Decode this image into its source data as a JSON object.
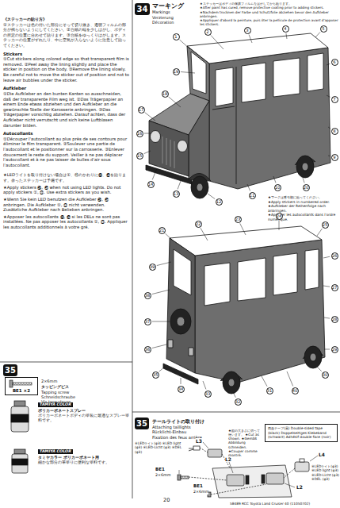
{
  "diagram": {
    "nodes": [
      {
        "text": [
          "34"
        ]
      },
      {
        "text": [
          "35"
        ]
      },
      {
        "text": [
          "BE1 ×2"
        ]
      },
      {
        "text": [
          "35"
        ]
      },
      {
        "text": [
          "両面テープ(黒) Double-sided tape (black) Doppelseitiges Klebeband (schwarz) Adhésif double face (noir)"
        ]
      }
    ],
    "labels": [
      "《ステッカーの貼り方》",
      "①ステッカーは色の付いた部分にそって切り抜き、透明フィルムの部分が残らないようにしてください。②台紙の端を少しはがし、ボディの所定の位置に合わせて貼ります。③台紙をゆっくりはがします。ステッカーの位置がずれたり、中に空気が入らないように注意して貼ってください。",
      "Stickers",
      "①Cut stickers along colored edge so that transparent film is removed. ②Peel away the lining slightly and place the sticker in position on the body. ③Remove the lining slowly. Be careful not to move the sticker out of position and not to leave air bubbles under the sticker.",
      "Aufkleber",
      "①Die Aufkleber an den bunten Kanten so ausschneiden, daß der transparente Film weg ist. ②Das Trägerpapier an einem Ende etwas abziehen und den Aufkleber an die gewünschte Stelle der Karosserie anbringen. ③Das Trägerpapier vorsichtig abziehen. Darauf achten, dass der Aufkleber nicht verrutscht und sich keine Luftblasen darunter bilden.",
      "Autocollants",
      "①Découper l'autocollant au plus près de ses contours pour éliminer le film transparent. ②Soulever une partie de l'autocollant et le positionner sur la carrosserie. ③Enlever doucement le reste du support. Veiller à ne pas déplacer l'autocollant et à ne pas laisser de bulles d'air sous l'autocollant.",
      "★LEDライトを取り付けない場合は①、⑪のかわりに㊻、㊼を貼ります。余ったステッカーは予備です。",
      "★Apply stickers ㊻, ㊼ when not using LED lights. Do not apply stickers ①, ⑪. Use extra stickers as you wish.",
      "★Wenn Sie kein LED benutzen die Aufkleber ㊻, ㊼ anbringen. Die Aufkleber ①, ⑪ nicht verwenden. Zusätzliche Aufkleber nach Belieben anbringen.",
      "★Apposer les autocollants ㊻, ㊼ si les DELs ne sont pas installées. Ne pas apposer les autocollants ①, ⑪. Appliquer les autocollants additionnels à votre gré.",
      "マーキング",
      "Markings",
      "Verzierung",
      "Décoration",
      "★ステッカーはボディの保護フィルムをはがしてから貼ります。",
      "★After paint has cured, remove protective coating prior to adding stickers.",
      "★Nachdem trocknen der Farbe und Schutzfolie abziehen bevor den Aufkleber anbringen.",
      "★Appliquer d'abord la peinture, puis ôter la pellicule de protection avant d'apposer les stickers.",
      "★マークは番号順に貼ってください。",
      "★Apply stickers in numbered order.",
      "★Aufkleber der Reihenfolge nach anbringen.",
      "★Apposer les autocollants dans l'ordre numérique.",
      "2×6mm",
      "タッピングビス",
      "Tapping screw",
      "Schneidschraube",
      "Vis taraudeuse",
      "TAMIYA COLOR",
      "ポリカーボネートスプレー",
      "ポリカーボネートボディの塗装に最適なスプレー塗料です。",
      "TAMIYA COLOR",
      "タミヤカラー ポリカーボネート用",
      "細かな部分の筆塗りに便利な塗料です。",
      "テールライトの取り付け",
      "Attaching taillights",
      "Rücklicht-Einbau",
      "Fixation des feux arrière",
      "★図の大きさに切って使います。 ★Cut as shown. ★Gemäß Abbildung schneiden. ★Couper comme montré.",
      "L3",
      "※LEDライト(φ3) ※LED light (φ3) ※LED-Licht (φ3) ※DEL (φ3)",
      "L2",
      "BE1",
      "2×6mm",
      "L4",
      "※LEDライト(φ3) ※LED light (φ3) ※LED-Licht (φ3) ※DEL (φ3)",
      "L2",
      "BE1",
      "2×6mm",
      "20",
      "58489 RCC Toyota Land Cruiser 40 (11050702)",
      "1",
      "2",
      "3",
      "4",
      "5",
      "6",
      "7",
      "8",
      "9",
      "10",
      "11",
      "12",
      "13",
      "14",
      "15",
      "16",
      "17",
      "18",
      "19",
      "20",
      "21",
      "22",
      "23",
      "24",
      "25",
      "26",
      "27",
      "28",
      "29",
      "30",
      "31",
      "32",
      "33",
      "34",
      "35",
      "36",
      "37",
      "38",
      "39",
      "40"
    ]
  }
}
